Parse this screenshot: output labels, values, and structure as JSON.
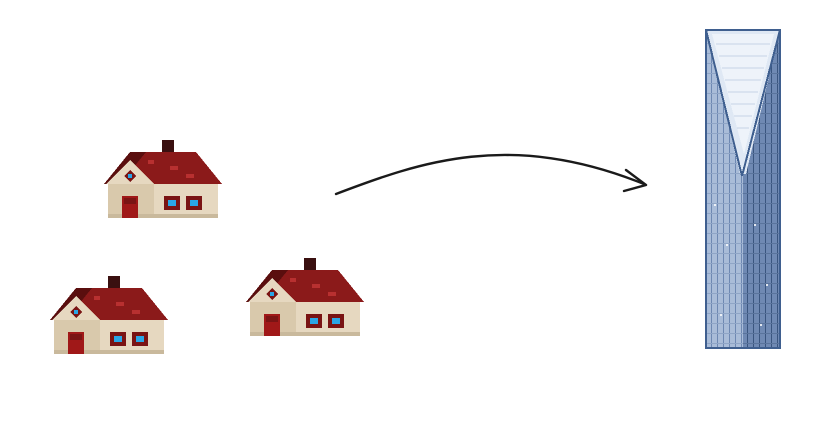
{
  "diagram": {
    "nodes": [
      {
        "id": "house-1",
        "kind": "house",
        "icon": "pixel-house-icon"
      },
      {
        "id": "house-2",
        "kind": "house",
        "icon": "pixel-house-icon"
      },
      {
        "id": "house-3",
        "kind": "house",
        "icon": "pixel-house-icon"
      },
      {
        "id": "tower",
        "kind": "skyscraper",
        "icon": "skyscraper-icon"
      }
    ],
    "edges": [
      {
        "from": "houses",
        "to": "tower",
        "style": "curved-arrow"
      }
    ]
  },
  "colors": {
    "roof": "#8b1a1a",
    "roof_dark": "#5a0e0e",
    "chimney": "#3a1010",
    "wall": "#e6d8c0",
    "wall_shade": "#c9b99c",
    "door": "#a01818",
    "window_frame": "#7a1414",
    "window_glass": "#2aa6e6",
    "arrow": "#1a1a1a",
    "tower_light": "#c7d6ea",
    "tower_mid": "#8ea6c8",
    "tower_dark": "#4f6e9c",
    "tower_outline": "#3f5f8f"
  }
}
